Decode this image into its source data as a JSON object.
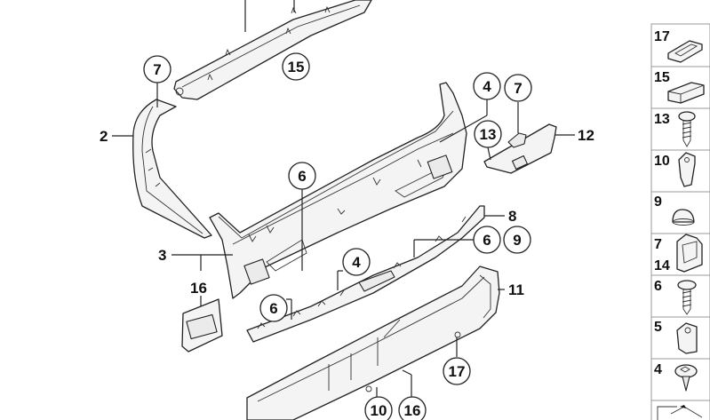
{
  "diagram": {
    "title": "Trunk lid / tailgate trim panel parts diagram",
    "plain_labels": [
      {
        "id": "l2",
        "text": "2"
      },
      {
        "id": "l3",
        "text": "3"
      },
      {
        "id": "l16a",
        "text": "16"
      },
      {
        "id": "l8",
        "text": "8"
      },
      {
        "id": "l11",
        "text": "11"
      },
      {
        "id": "l12",
        "text": "12"
      }
    ],
    "circled_labels": [
      {
        "id": "c7a",
        "text": "7"
      },
      {
        "id": "c15",
        "text": "15"
      },
      {
        "id": "c4a",
        "text": "4"
      },
      {
        "id": "c7b",
        "text": "7"
      },
      {
        "id": "c13",
        "text": "13"
      },
      {
        "id": "c6a",
        "text": "6"
      },
      {
        "id": "c6b",
        "text": "6"
      },
      {
        "id": "c9",
        "text": "9"
      },
      {
        "id": "c4b",
        "text": "4"
      },
      {
        "id": "c6c",
        "text": "6"
      },
      {
        "id": "c17",
        "text": "17"
      },
      {
        "id": "c10",
        "text": "10"
      },
      {
        "id": "c16",
        "text": "16"
      }
    ]
  },
  "sidebar": {
    "items": [
      {
        "label": "17",
        "part": "grommet"
      },
      {
        "label": "15",
        "part": "foam-pad"
      },
      {
        "label": "13",
        "part": "screw"
      },
      {
        "label": "10",
        "part": "clip-nut"
      },
      {
        "label": "9",
        "part": "cap"
      },
      {
        "label": "7",
        "label2": "14",
        "part": "clip"
      },
      {
        "label": "6",
        "part": "screw"
      },
      {
        "label": "5",
        "part": "clip-nut"
      },
      {
        "label": "4",
        "part": "expanding-rivet"
      },
      {
        "label": "",
        "part": "bracket-partial"
      }
    ]
  }
}
